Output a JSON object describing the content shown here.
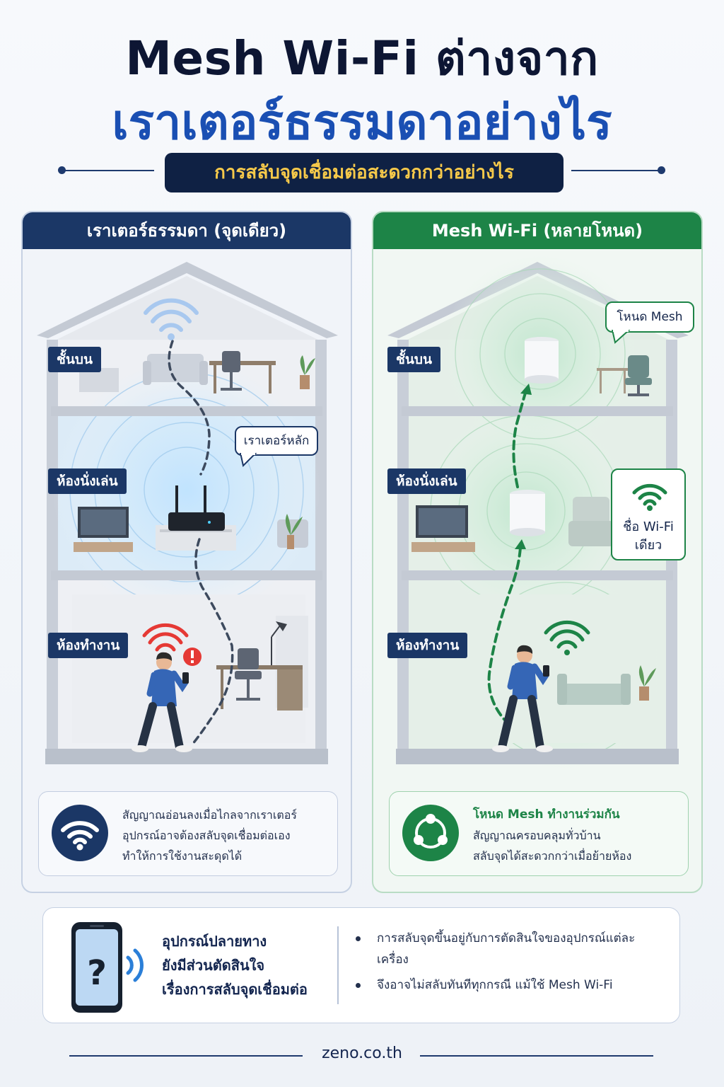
{
  "header": {
    "title_line1": "Mesh Wi-Fi ต่างจาก",
    "title_line2": "เราเตอร์ธรรมดาอย่างไร",
    "subtitle": "การสลับจุดเชื่อมต่อสะดวกกว่าอย่างไร"
  },
  "left_panel": {
    "heading": "เราเตอร์ธรรมดา (จุดเดียว)",
    "floors": [
      "ชั้นบน",
      "ห้องนั่งเล่น",
      "ห้องทำงาน"
    ],
    "callout": "เราเตอร์หลัก",
    "info_lines": [
      "สัญญาณอ่อนลงเมื่อไกลจากเราเตอร์",
      "อุปกรณ์อาจต้องสลับจุดเชื่อมต่อเอง",
      "ทำให้การใช้งานสะดุดได้"
    ]
  },
  "right_panel": {
    "heading": "Mesh Wi-Fi (หลายโหนด)",
    "floors": [
      "ชั้นบน",
      "ห้องนั่งเล่น",
      "ห้องทำงาน"
    ],
    "node_callout": "โหนด Mesh",
    "ssid_callout_line1": "ชื่อ Wi-Fi",
    "ssid_callout_line2": "เดียว",
    "info_title": "โหนด Mesh ทำงานร่วมกัน",
    "info_lines": [
      "สัญญาณครอบคลุมทั่วบ้าน",
      "สลับจุดได้สะดวกกว่าเมื่อย้ายห้อง"
    ]
  },
  "bottom": {
    "left_lines": [
      "อุปกรณ์ปลายทาง",
      "ยังมีส่วนตัดสินใจ",
      "เรื่องการสลับจุดเชื่อมต่อ"
    ],
    "bullets": [
      "การสลับจุดขึ้นอยู่กับการตัดสินใจของอุปกรณ์แต่ละเครื่อง",
      "จึงอาจไม่สลับทันทีทุกกรณี แม้ใช้ Mesh Wi-Fi"
    ]
  },
  "footer": {
    "site": "zeno.co.th"
  },
  "colors": {
    "navy": "#1b3766",
    "blue_title": "#1a4fb3",
    "green": "#1d8447",
    "gold": "#f6c94a",
    "warning_red": "#e53935"
  }
}
